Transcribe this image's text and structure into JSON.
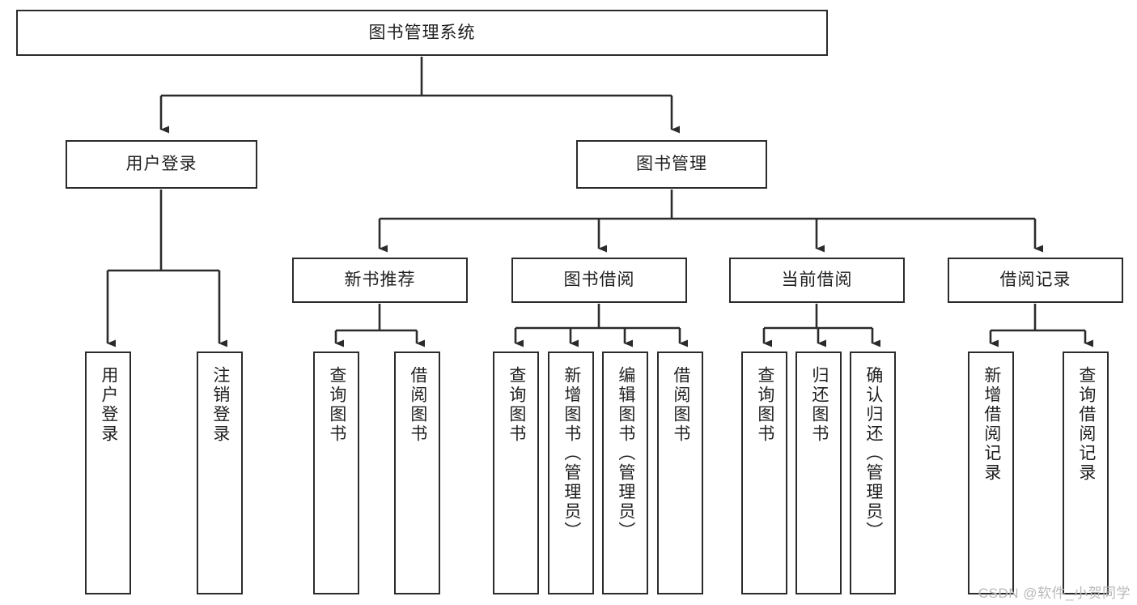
{
  "diagram": {
    "title": "图书管理系统",
    "watermark": "CSDN @软件_小贺同学",
    "colors": {
      "box_border": "#2b2b2b",
      "connector": "#2b2b2b",
      "background": "#ffffff",
      "text": "#1f1f1f",
      "watermark": "#b9b9b9"
    },
    "levels": {
      "level1": [
        {
          "id": "root",
          "label": "图书管理系统"
        }
      ],
      "level2": [
        {
          "id": "user-login",
          "label": "用户登录"
        },
        {
          "id": "book-manage",
          "label": "图书管理"
        }
      ],
      "level3": [
        {
          "id": "new-book-recommend",
          "label": "新书推荐",
          "parent": "book-manage"
        },
        {
          "id": "book-borrow",
          "label": "图书借阅",
          "parent": "book-manage"
        },
        {
          "id": "current-borrow",
          "label": "当前借阅",
          "parent": "book-manage"
        },
        {
          "id": "borrow-record",
          "label": "借阅记录",
          "parent": "book-manage"
        }
      ],
      "leaves": [
        {
          "id": "leaf-user-login",
          "label": "用户登录",
          "parent": "user-login"
        },
        {
          "id": "leaf-logout-login",
          "label": "注销登录",
          "parent": "user-login"
        },
        {
          "id": "leaf-query-book-1",
          "label": "查询图书",
          "parent": "new-book-recommend"
        },
        {
          "id": "leaf-borrow-book-1",
          "label": "借阅图书",
          "parent": "new-book-recommend"
        },
        {
          "id": "leaf-query-book-2",
          "label": "查询图书",
          "parent": "book-borrow"
        },
        {
          "id": "leaf-add-book",
          "label": "新增图书（管理员）",
          "parent": "book-borrow"
        },
        {
          "id": "leaf-edit-book",
          "label": "编辑图书（管理员）",
          "parent": "book-borrow"
        },
        {
          "id": "leaf-borrow-book-2",
          "label": "借阅图书",
          "parent": "book-borrow"
        },
        {
          "id": "leaf-query-book-3",
          "label": "查询图书",
          "parent": "current-borrow"
        },
        {
          "id": "leaf-return-book",
          "label": "归还图书",
          "parent": "current-borrow"
        },
        {
          "id": "leaf-confirm-return",
          "label": "确认归还（管理员）",
          "parent": "current-borrow"
        },
        {
          "id": "leaf-add-record",
          "label": "新增借阅记录",
          "parent": "borrow-record"
        },
        {
          "id": "leaf-query-record",
          "label": "查询借阅记录",
          "parent": "borrow-record"
        }
      ]
    }
  }
}
